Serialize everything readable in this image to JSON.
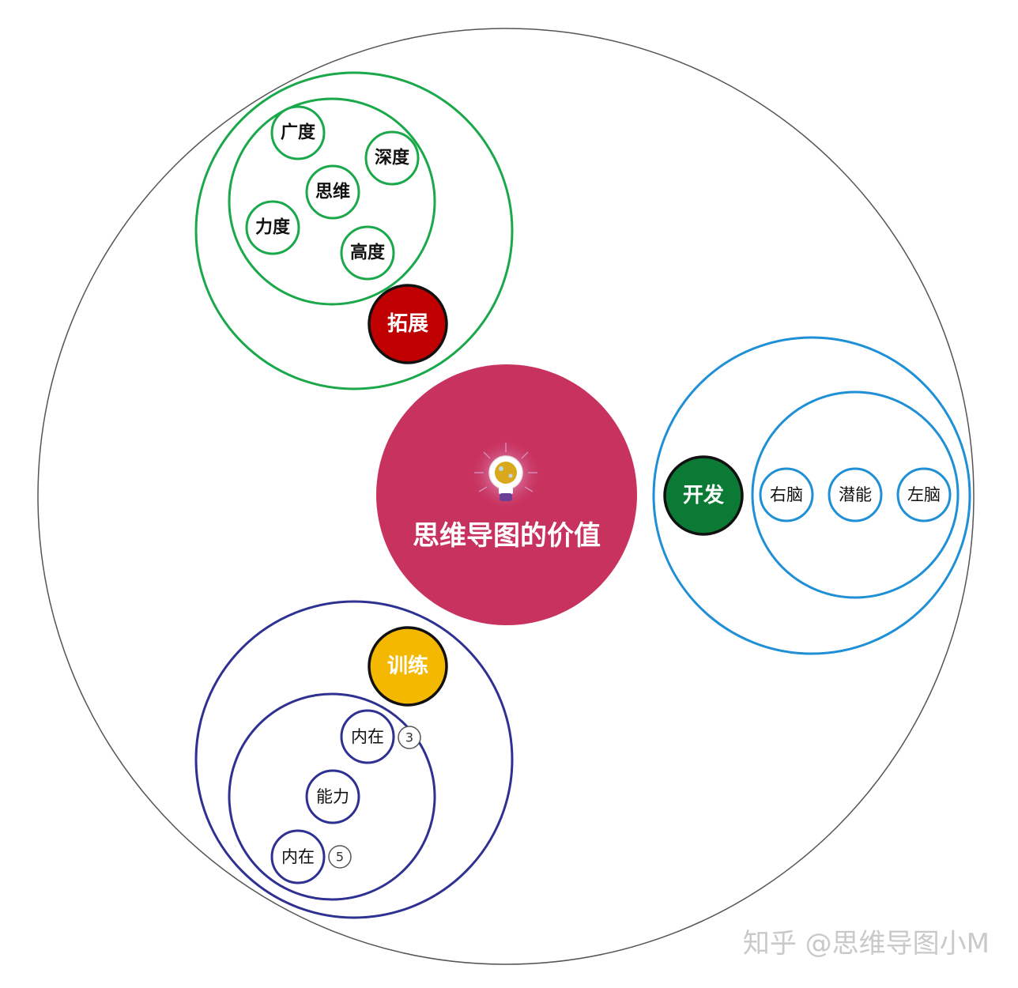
{
  "center": {
    "title": "思维导图的价值",
    "color": "#c8325f",
    "icon": "lightbulb-icon"
  },
  "branches": {
    "expand": {
      "label": "拓展",
      "color": "#c00000",
      "ring_color": "#1aa84b",
      "items": [
        "广度",
        "深度",
        "思维",
        "力度",
        "高度"
      ]
    },
    "develop": {
      "label": "开发",
      "color": "#0a7a35",
      "ring_color": "#1f8fd6",
      "items": [
        "右脑",
        "潜能",
        "左脑"
      ]
    },
    "train": {
      "label": "训练",
      "color": "#f5b800",
      "ring_color": "#2e3192",
      "items": [
        {
          "label": "内在",
          "badge": "3"
        },
        {
          "label": "能力"
        },
        {
          "label": "内在",
          "badge": "5"
        }
      ]
    }
  },
  "watermark": "知乎 @思维导图小M"
}
